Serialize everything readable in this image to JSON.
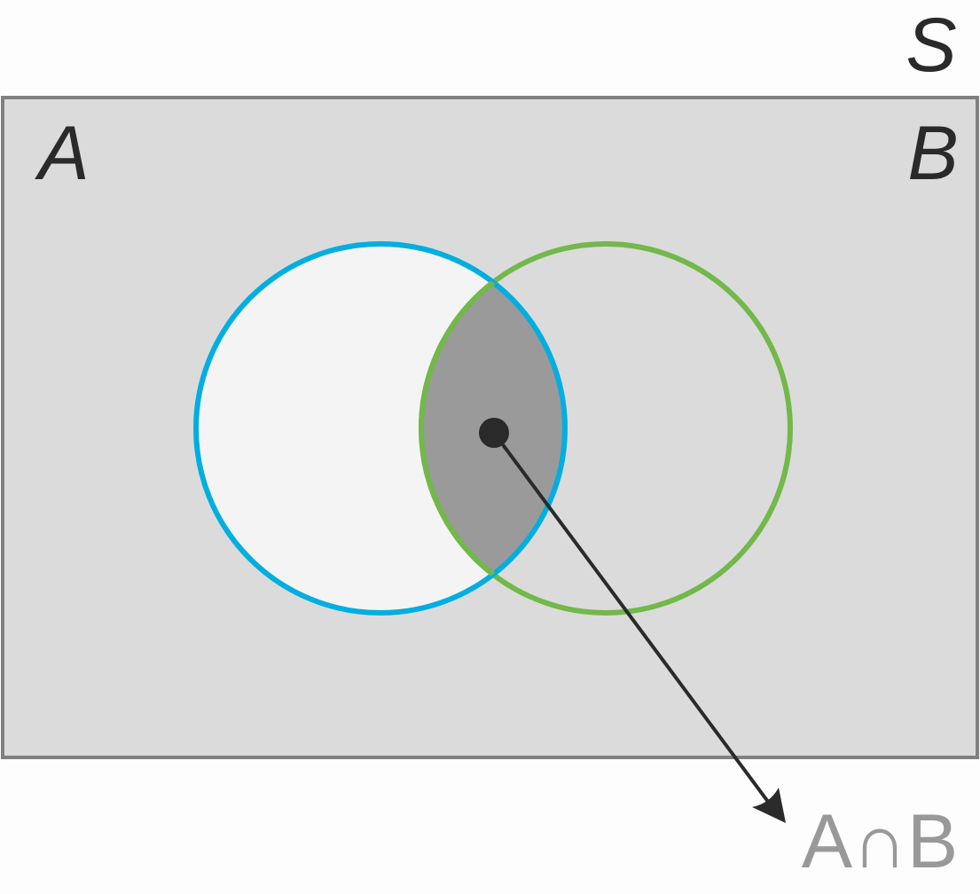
{
  "labels": {
    "universe": "S",
    "set_a": "A",
    "set_b": "B",
    "intersection": "A∩B"
  },
  "colors": {
    "universe_fill": "#dbdbdb",
    "universe_stroke": "#808080",
    "set_a_fill": "#f4f4f4",
    "set_a_stroke": "#00aee0",
    "set_b_stroke": "#72b84a",
    "intersection_fill": "#9a9a9a",
    "label_text": "#2a2a2a",
    "intersection_label": "#999999",
    "arrow": "#2a2a2a"
  }
}
